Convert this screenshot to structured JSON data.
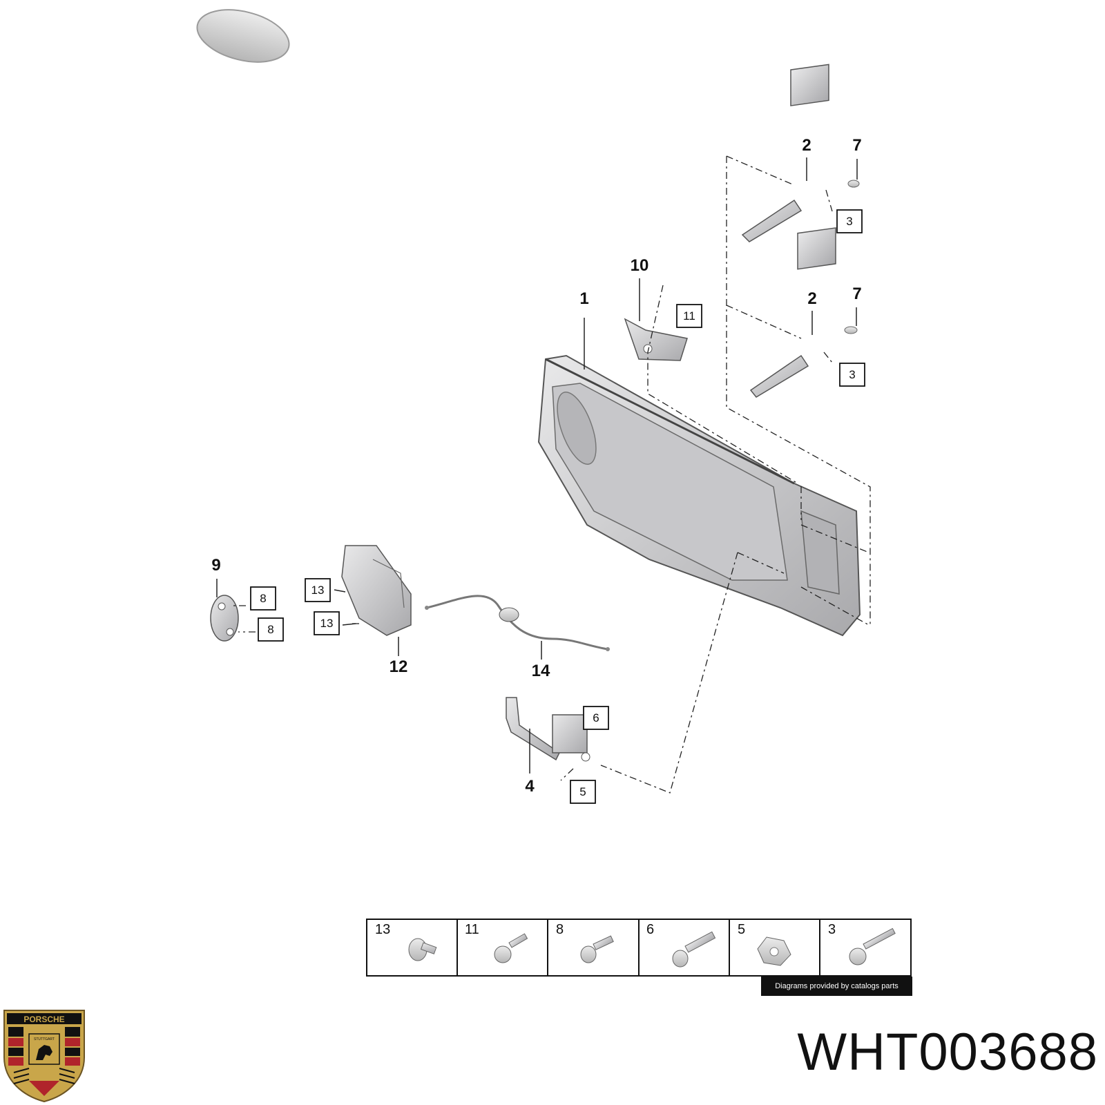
{
  "callouts": {
    "c1": "1",
    "c2a": "2",
    "c2b": "2",
    "c7a": "7",
    "c7b": "7",
    "c10": "10",
    "c9": "9",
    "c12": "12",
    "c14": "14",
    "c4": "4"
  },
  "boxed_refs": {
    "b3a": "3",
    "b3b": "3",
    "b11": "11",
    "b8a": "8",
    "b8b": "8",
    "b13a": "13",
    "b13b": "13",
    "b6": "6",
    "b5": "5"
  },
  "fastener_legend": [
    "13",
    "11",
    "8",
    "6",
    "5",
    "3"
  ],
  "credit": "Diagrams provided by catalogs parts",
  "part_number": "WHT003688",
  "logo": {
    "name": "porsche-crest",
    "lettering": [
      "PORSCHE",
      "STUTTGART"
    ],
    "colors": {
      "gold": "#c9a64a",
      "red": "#b0242b",
      "black": "#111111"
    }
  }
}
